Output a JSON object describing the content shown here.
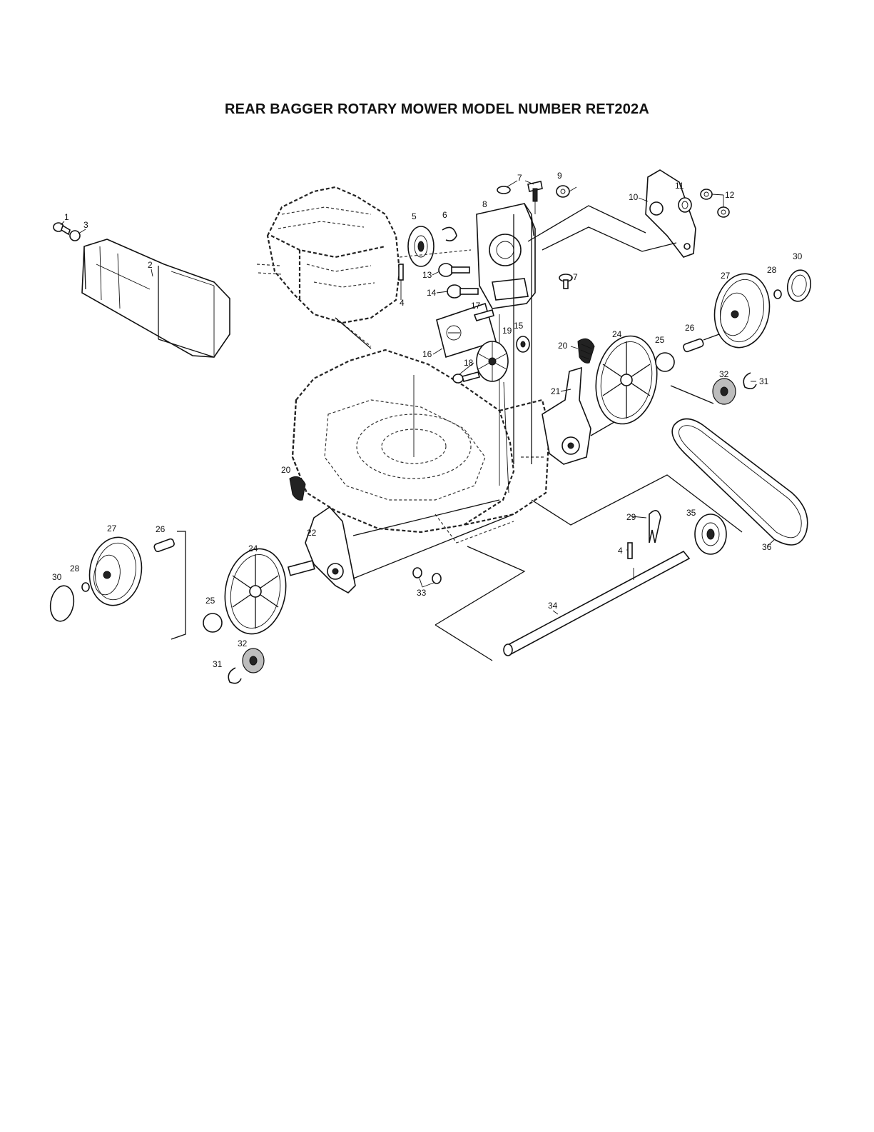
{
  "title": "REAR BAGGER ROTARY MOWER MODEL NUMBER RET202A",
  "callouts": [
    {
      "id": "c1",
      "text": "1"
    },
    {
      "id": "c2",
      "text": "2"
    },
    {
      "id": "c3",
      "text": "3"
    },
    {
      "id": "c4a",
      "text": "4"
    },
    {
      "id": "c4b",
      "text": "4"
    },
    {
      "id": "c5",
      "text": "5"
    },
    {
      "id": "c6",
      "text": "6"
    },
    {
      "id": "c7a",
      "text": "7"
    },
    {
      "id": "c7b",
      "text": "7"
    },
    {
      "id": "c8",
      "text": "8"
    },
    {
      "id": "c9",
      "text": "9"
    },
    {
      "id": "c10",
      "text": "10"
    },
    {
      "id": "c11",
      "text": "11"
    },
    {
      "id": "c12",
      "text": "12"
    },
    {
      "id": "c13",
      "text": "13"
    },
    {
      "id": "c14",
      "text": "14"
    },
    {
      "id": "c15",
      "text": "15"
    },
    {
      "id": "c16",
      "text": "16"
    },
    {
      "id": "c17",
      "text": "17"
    },
    {
      "id": "c18",
      "text": "18"
    },
    {
      "id": "c19",
      "text": "19"
    },
    {
      "id": "c20a",
      "text": "20"
    },
    {
      "id": "c20b",
      "text": "20"
    },
    {
      "id": "c21",
      "text": "21"
    },
    {
      "id": "c22",
      "text": "22"
    },
    {
      "id": "c24a",
      "text": "24"
    },
    {
      "id": "c24b",
      "text": "24"
    },
    {
      "id": "c25a",
      "text": "25"
    },
    {
      "id": "c25b",
      "text": "25"
    },
    {
      "id": "c26a",
      "text": "26"
    },
    {
      "id": "c26b",
      "text": "26"
    },
    {
      "id": "c27a",
      "text": "27"
    },
    {
      "id": "c27b",
      "text": "27"
    },
    {
      "id": "c28a",
      "text": "28"
    },
    {
      "id": "c28b",
      "text": "28"
    },
    {
      "id": "c29",
      "text": "29"
    },
    {
      "id": "c30a",
      "text": "30"
    },
    {
      "id": "c30b",
      "text": "30"
    },
    {
      "id": "c31a",
      "text": "31"
    },
    {
      "id": "c31b",
      "text": "31"
    },
    {
      "id": "c32a",
      "text": "32"
    },
    {
      "id": "c32b",
      "text": "32"
    },
    {
      "id": "c33",
      "text": "33"
    },
    {
      "id": "c34",
      "text": "34"
    },
    {
      "id": "c35",
      "text": "35"
    },
    {
      "id": "c36",
      "text": "36"
    }
  ]
}
